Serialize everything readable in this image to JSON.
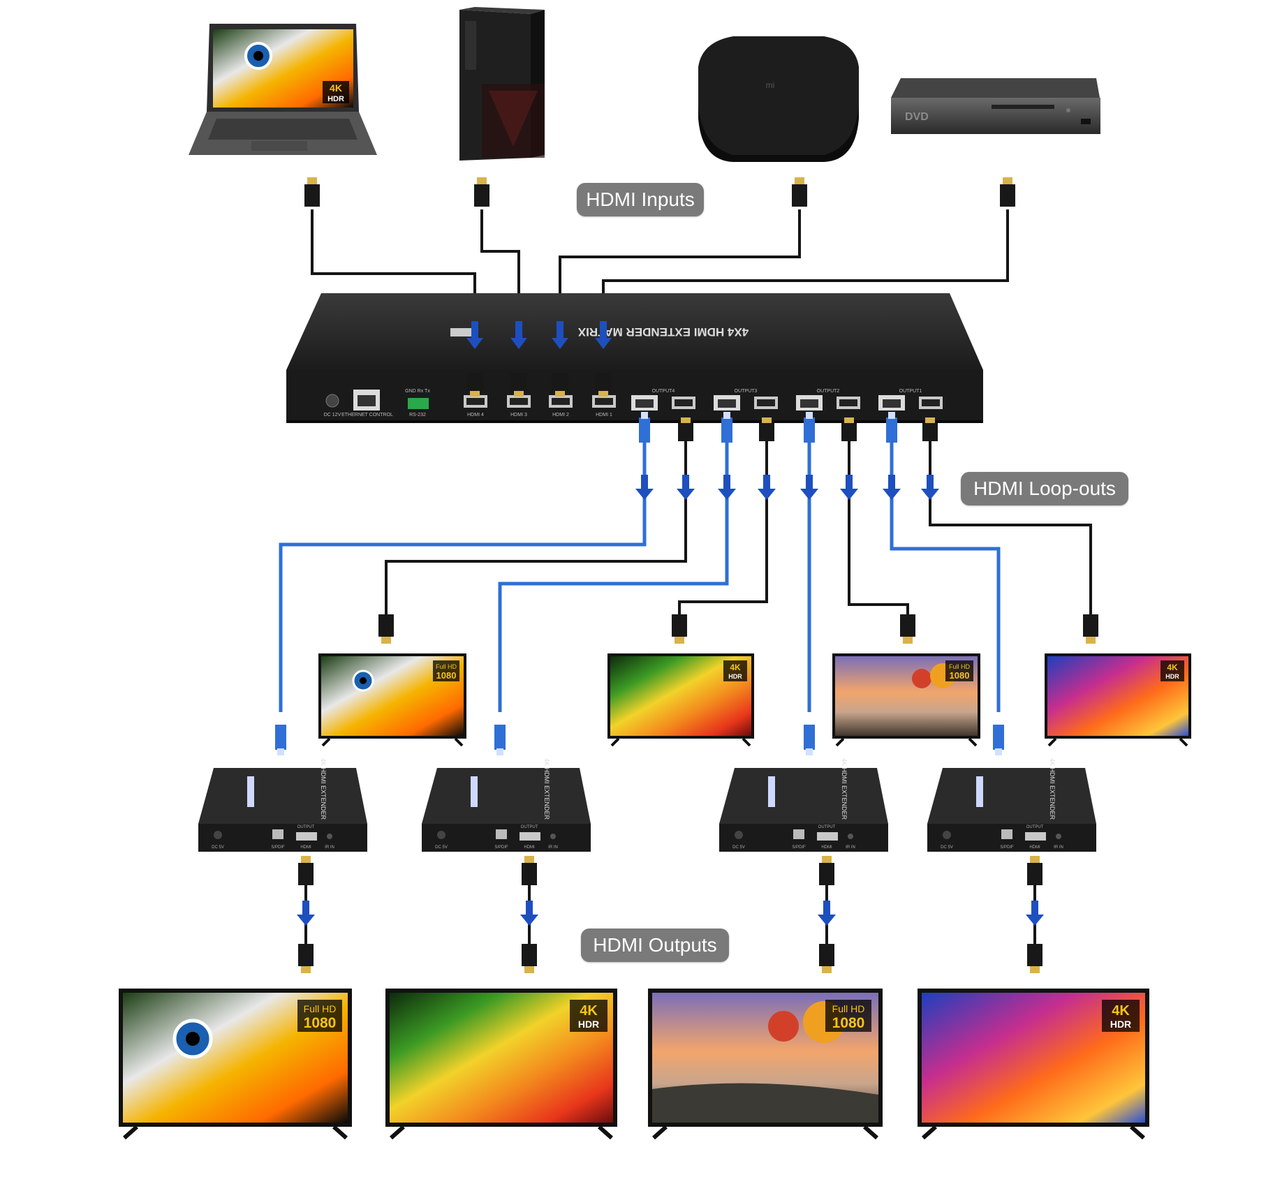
{
  "labels": {
    "inputs": "HDMI Inputs",
    "loop_outs": "HDMI Loop-outs",
    "outputs": "HDMI Outputs"
  },
  "matrix": {
    "top_label": "4X4 HDMI EXTENDER MATRIX",
    "power": "DC 12V",
    "ethernet": "ETHERNET CONTROL",
    "rs232_top": "GND Rx Tx",
    "rs232": "RS-232",
    "inputs": [
      "HDMI 4",
      "HDMI 3",
      "HDMI 2",
      "HDMI 1"
    ],
    "outputs": [
      "OUTPUT4",
      "OUTPUT3",
      "OUTPUT2",
      "OUTPUT1"
    ]
  },
  "sources": {
    "laptop_badge": [
      "4K",
      "HDR"
    ],
    "dvd_label": "DVD",
    "box_logo": "mi"
  },
  "badges": {
    "fullhd": [
      "Full HD",
      "1080"
    ],
    "k4": [
      "4K",
      "HDR"
    ]
  },
  "extender": {
    "top_label": "4K HDMI EXTENDER",
    "power": "DC 5V",
    "spdif": "S/PDIF",
    "output": "OUTPUT",
    "hdmi": "HDMI",
    "ir": "IR IN"
  },
  "colors": {
    "cat_cable": "#2f6fd6",
    "hdmi_cable": "#151515",
    "arrow": "#1e4fbf",
    "pill": "#7a7a7a",
    "device": "#2b2b2b"
  }
}
